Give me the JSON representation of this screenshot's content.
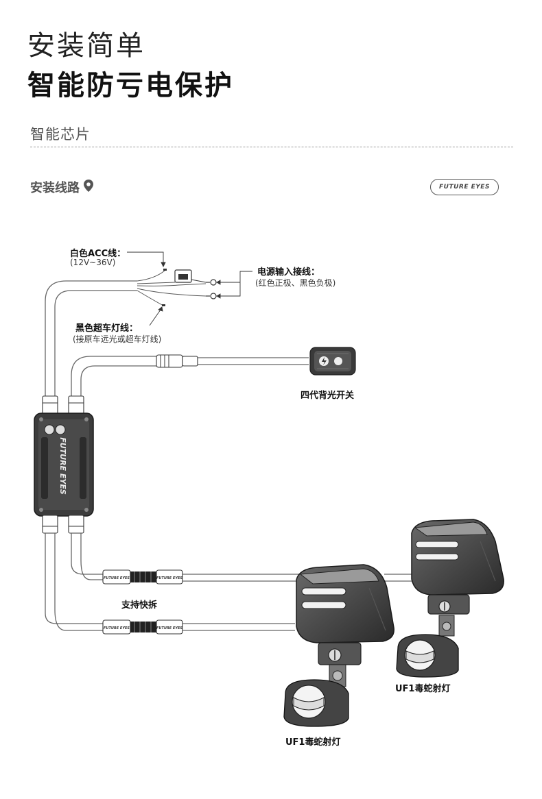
{
  "header": {
    "title_line1": "安装简单",
    "title_line2": "智能防亏电保护",
    "section_title": "智能芯片"
  },
  "route": {
    "label": "安装线路",
    "brand_badge": "FUTURE EYES"
  },
  "diagram": {
    "acc_wire": {
      "label": "白色ACC线：",
      "sub": "(12V~36V)"
    },
    "power_input": {
      "label": "电源输入接线：",
      "sub": "(红色正极、黑色负极)"
    },
    "high_beam": {
      "label": "黑色超车灯线：",
      "sub": "(接原车远光或超车灯线)"
    },
    "switch": {
      "label": "四代背光开关"
    },
    "quick_release": {
      "label": "支持快拆"
    },
    "lamp_right": {
      "label": "UF1毒蛇射灯"
    },
    "lamp_left": {
      "label": "UF1毒蛇射灯"
    },
    "controller_logo": "FUTURE EYES",
    "connector_logo": "FUTURE EYES"
  }
}
